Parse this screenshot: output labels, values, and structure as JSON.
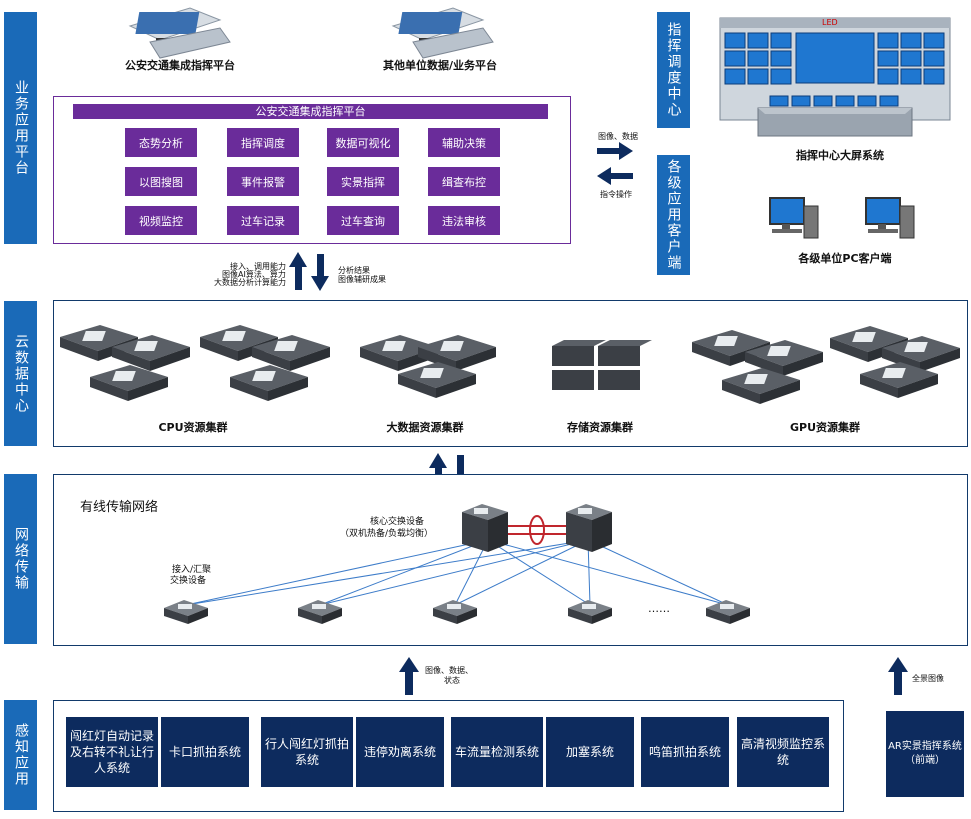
{
  "side_labels": {
    "business": "业务应用平台",
    "cloud": "云数据中心",
    "network": "网络传输",
    "sensing": "感知应用"
  },
  "top_platforms": {
    "police": "公安交通集成指挥平台",
    "other": "其他单位数据/业务平台"
  },
  "platform_box": {
    "title": "公安交通集成指挥平台",
    "items": [
      "态势分析",
      "指挥调度",
      "数据可视化",
      "辅助决策",
      "以图搜图",
      "事件报警",
      "实景指挥",
      "缉查布控",
      "视频监控",
      "过车记录",
      "过车查询",
      "违法审核"
    ]
  },
  "right_panel": {
    "command_center": "指挥调度中心",
    "clients": "各级应用客户端",
    "flow_up": "图像、数据",
    "flow_down": "指令操作",
    "screen_system": "指挥中心大屏系统",
    "screen_led": "LED",
    "pc_clients": "各级单位PC客户端"
  },
  "mid_flow": {
    "left_lines": [
      "接入、调用能力",
      "图像AI算法、算力",
      "大数据分析计算能力"
    ],
    "right_lines": [
      "分析结果",
      "图像辅研成果"
    ]
  },
  "clusters": [
    "CPU资源集群",
    "大数据资源集群",
    "存储资源集群",
    "GPU资源集群"
  ],
  "network": {
    "title": "有线传输网络",
    "core_label_1": "核心交换设备",
    "core_label_2": "（双机热备/负载均衡）",
    "access_label_1": "接入/汇聚",
    "access_label_2": "交换设备",
    "ellipsis": "……"
  },
  "bottom_flow": {
    "center": [
      "图像、数据、",
      "状态"
    ],
    "right": "全景图像"
  },
  "sensing_systems": [
    "闯红灯自动记录及右转不礼让行人系统",
    "卡口抓拍系统",
    "行人闯红灯抓拍系统",
    "违停劝离系统",
    "车流量检测系统",
    "加塞系统",
    "鸣笛抓拍系统",
    "高清视频监控系统"
  ],
  "ar_system": "AR实景指挥系统（前端）"
}
